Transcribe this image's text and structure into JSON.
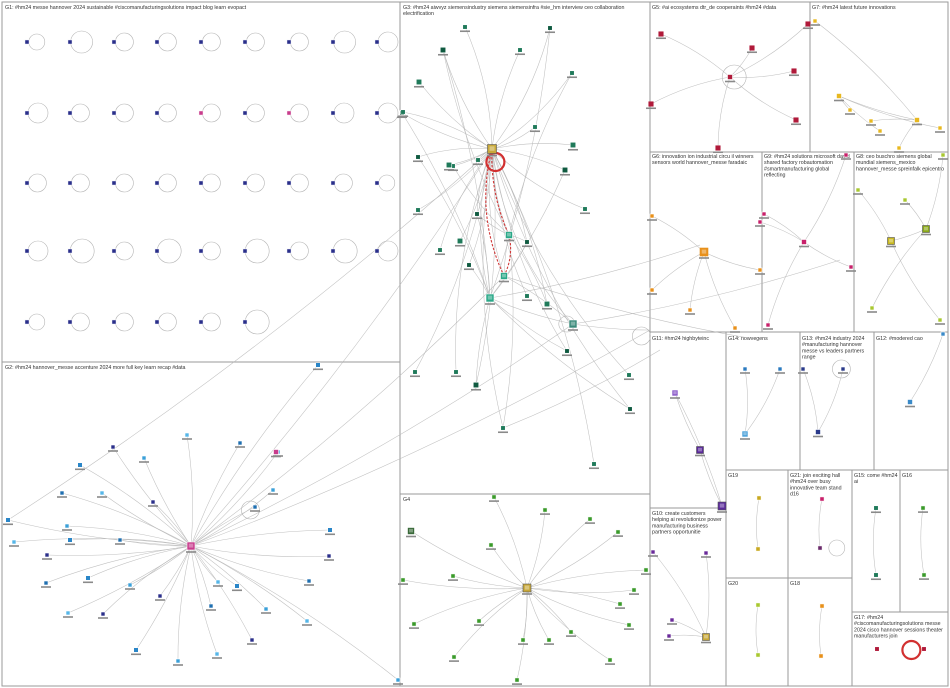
{
  "groups": [
    {
      "id": "G1",
      "label": "G1: #hm24 messe hannover 2024 sustainable #ciscomanufacturingsolutions impact blog learn evopact"
    },
    {
      "id": "G2",
      "label": "G2: #hm24 hannover_messe accenture 2024 more full key learn recap #data"
    },
    {
      "id": "G3",
      "label": "G3: #hm24 aiwvyz siemensindustry siemens siemensinfra #sie_hm interview ceo collaboration electrification"
    },
    {
      "id": "G4",
      "label": "G4"
    },
    {
      "id": "G5",
      "label": "G5: #ai ecosystems dtr_de cooperaints #hm24 #data"
    },
    {
      "id": "G6",
      "label": "G6: innovation ion industrial circu il winners sensors world hannover_messe faradaic"
    },
    {
      "id": "G7",
      "label": "G7: #hm24 latest future innovations"
    },
    {
      "id": "G8",
      "label": "G8: ceo buschro siemens global mundial siemens_mexico hannover_messe spreinfalk epicentro"
    },
    {
      "id": "G9",
      "label": "G9: #hm24 solutions microsoft david shared factory robautomation #smartmanufacturing global reflecting"
    },
    {
      "id": "G10",
      "label": "G10: create customers helping ai revolutionize power manufacturing business partners opportunitie"
    },
    {
      "id": "G11",
      "label": "G11: #hm24 highbyteinc"
    },
    {
      "id": "G12",
      "label": "G12: #modered cao"
    },
    {
      "id": "G13",
      "label": "G13: #hm24 industry 2024 #manufacturing hannover messe vs leaders partners range"
    },
    {
      "id": "G14",
      "label": "G14: nowvegens"
    },
    {
      "id": "G15",
      "label": "G15: come #hm24 ai"
    },
    {
      "id": "G16",
      "label": "G16"
    },
    {
      "id": "G17",
      "label": "G17: #hm24 #ciscomanufacturingsolutions messe 2024 cisco hannover sessions theater manufacturers join"
    },
    {
      "id": "G18",
      "label": "G18"
    },
    {
      "id": "G19",
      "label": "G19"
    },
    {
      "id": "G20",
      "label": "G20"
    },
    {
      "id": "G21",
      "label": "G21: join exciting hall #hm24 over busy innovative team stand d16"
    }
  ]
}
